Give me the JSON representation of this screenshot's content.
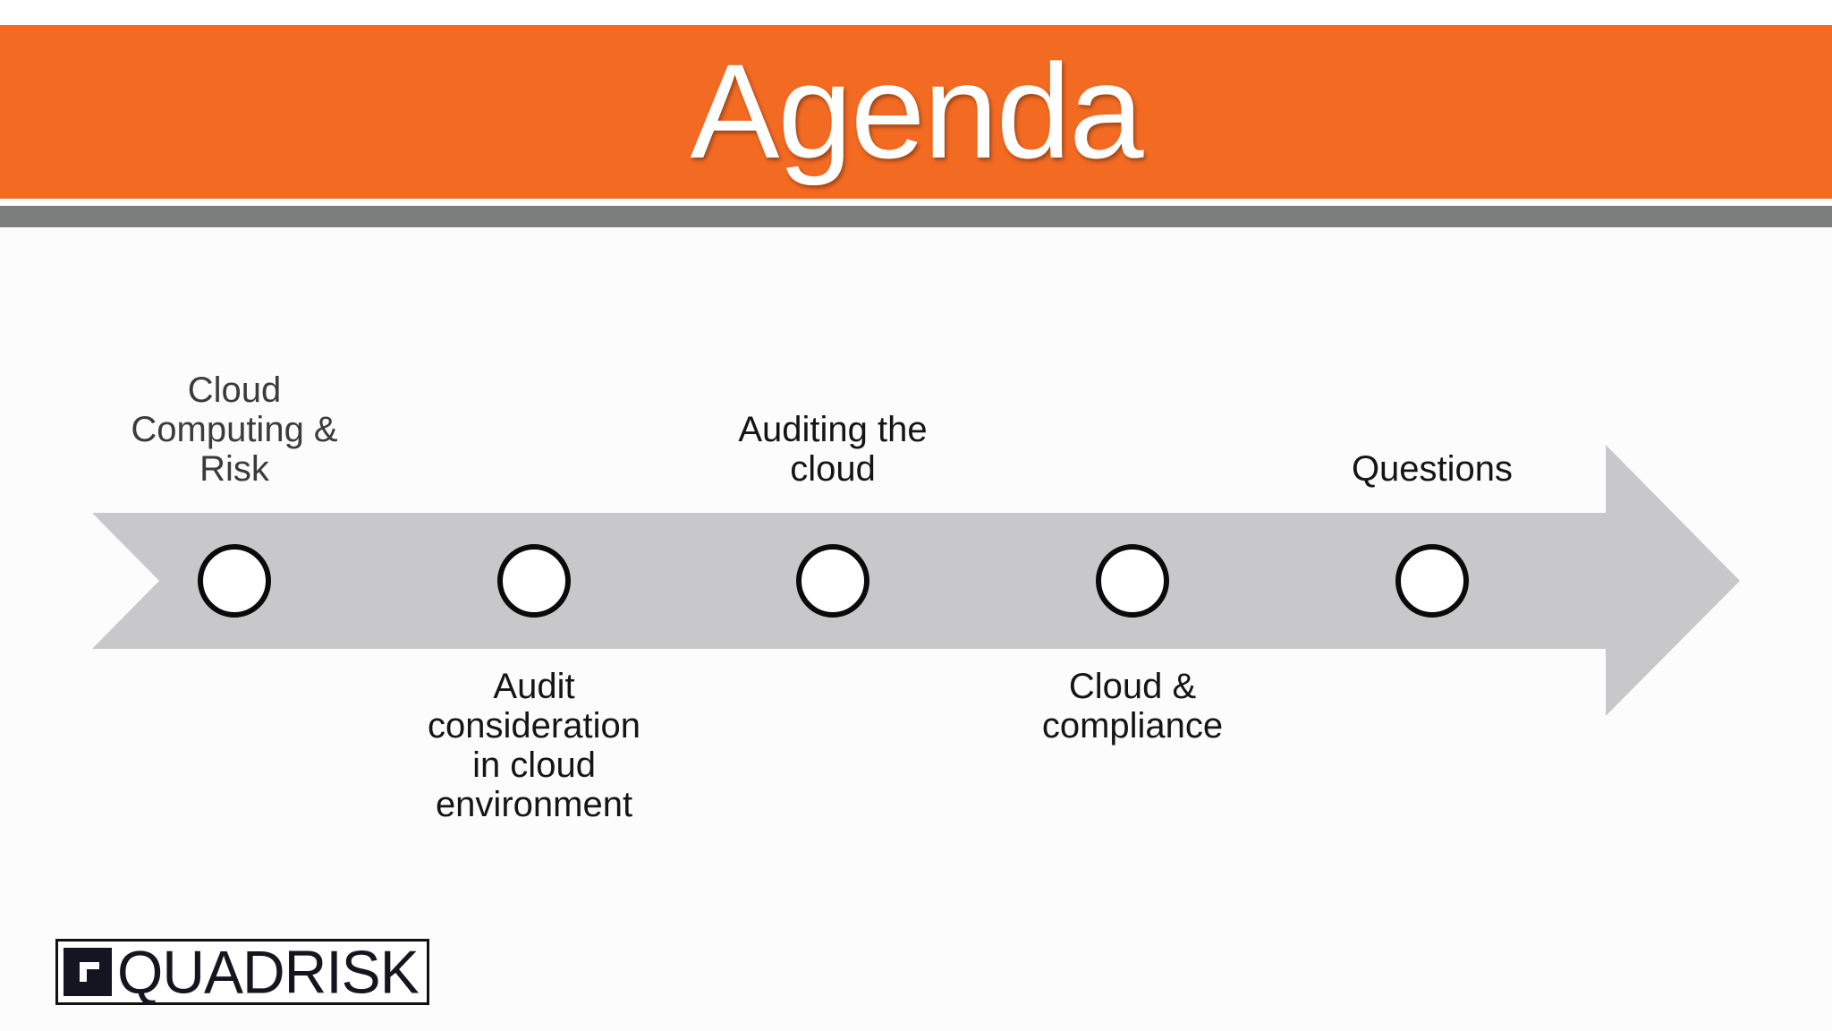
{
  "slide": {
    "title": "Agenda"
  },
  "agenda_items": [
    {
      "label": "Cloud Computing & Risk",
      "position": "top"
    },
    {
      "label": "Audit consideration in cloud environment",
      "position": "bottom"
    },
    {
      "label": "Auditing the cloud",
      "position": "top"
    },
    {
      "label": "Cloud & compliance",
      "position": "bottom"
    },
    {
      "label": "Questions",
      "position": "top"
    }
  ],
  "logo": {
    "text": "QUADRISK"
  },
  "colors": {
    "title_band": "#f36a22",
    "divider_bar": "#7b7e7d",
    "arrow": "#c8c7ca",
    "node_stroke": "#0a0a0a",
    "node_fill": "#ffffff"
  }
}
